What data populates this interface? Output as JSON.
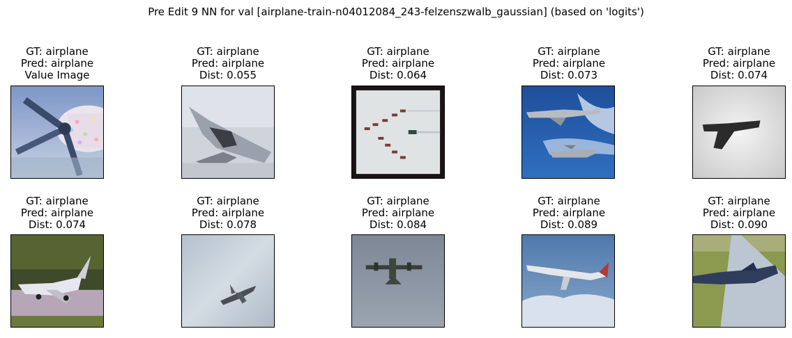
{
  "figure": {
    "title": "Pre Edit 9 NN for val [airplane-train-n04012084_243-felzenszwalb_gaussian] (based on 'logits')"
  },
  "panels": [
    {
      "gt": "GT: airplane",
      "pred": "Pred: airplane",
      "third": "Value Image",
      "scene": "propeller"
    },
    {
      "gt": "GT: airplane",
      "pred": "Pred: airplane",
      "third": "Dist: 0.055",
      "scene": "grey-jet-closeup"
    },
    {
      "gt": "GT: airplane",
      "pred": "Pred: airplane",
      "third": "Dist: 0.064",
      "scene": "formation-framed"
    },
    {
      "gt": "GT: airplane",
      "pred": "Pred: airplane",
      "third": "Dist: 0.073",
      "scene": "two-jets-blue-sky"
    },
    {
      "gt": "GT: airplane",
      "pred": "Pred: airplane",
      "third": "Dist: 0.074",
      "scene": "dark-jet-white-bg"
    },
    {
      "gt": "GT: airplane",
      "pred": "Pred: airplane",
      "third": "Dist: 0.074",
      "scene": "jet-on-ground"
    },
    {
      "gt": "GT: airplane",
      "pred": "Pred: airplane",
      "third": "Dist: 0.078",
      "scene": "small-jet-pale-sky"
    },
    {
      "gt": "GT: airplane",
      "pred": "Pred: airplane",
      "third": "Dist: 0.084",
      "scene": "bomber-grey-sky"
    },
    {
      "gt": "GT: airplane",
      "pred": "Pred: airplane",
      "third": "Dist: 0.089",
      "scene": "airliner-clouds"
    },
    {
      "gt": "GT: airplane",
      "pred": "Pred: airplane",
      "third": "Dist: 0.090",
      "scene": "jet-on-runway"
    }
  ]
}
